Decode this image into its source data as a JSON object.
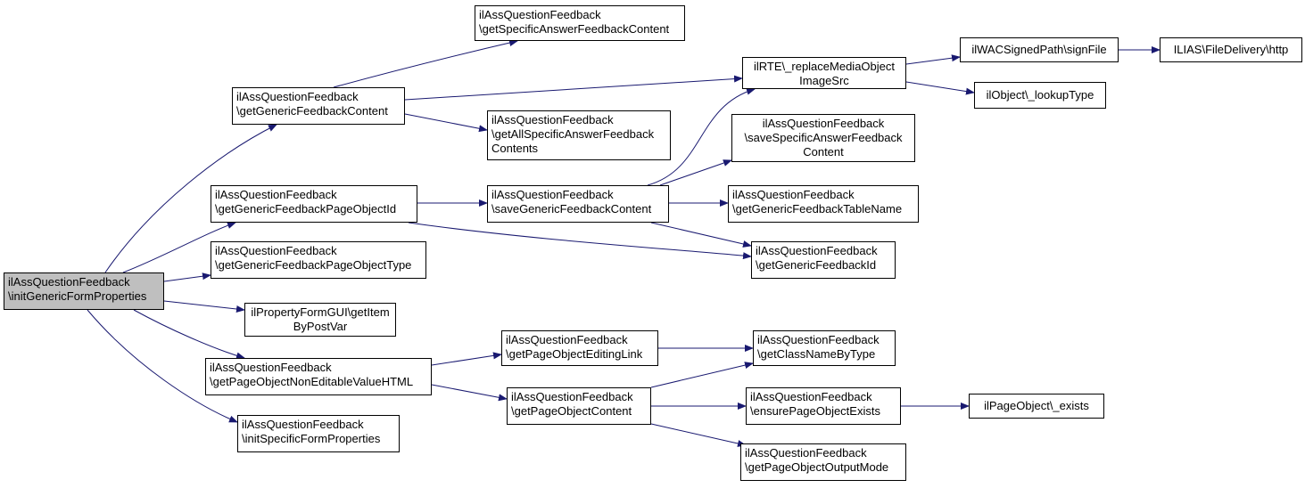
{
  "diagram": {
    "edge_color": "#191970",
    "root_fill": "#bfbfbf",
    "nodes": [
      {
        "id": "root",
        "lines": [
          "ilAssQuestionFeedback",
          "\\initGenericFormProperties"
        ],
        "root": true
      },
      {
        "id": "getGenericFeedbackContent",
        "lines": [
          "ilAssQuestionFeedback",
          "\\getGenericFeedbackContent"
        ]
      },
      {
        "id": "getGenericFeedbackPageObjectId",
        "lines": [
          "ilAssQuestionFeedback",
          "\\getGenericFeedbackPageObjectId"
        ]
      },
      {
        "id": "getGenericFeedbackPageObjectType",
        "lines": [
          "ilAssQuestionFeedback",
          "\\getGenericFeedbackPageObjectType"
        ]
      },
      {
        "id": "getItemByPostVar",
        "lines": [
          "ilPropertyFormGUI\\getItem",
          "ByPostVar"
        ]
      },
      {
        "id": "getPageObjectNonEditableValueHTML",
        "lines": [
          "ilAssQuestionFeedback",
          "\\getPageObjectNonEditableValueHTML"
        ]
      },
      {
        "id": "initSpecificFormProperties",
        "lines": [
          "ilAssQuestionFeedback",
          "\\initSpecificFormProperties"
        ]
      },
      {
        "id": "getSpecificAnswerFeedbackContent",
        "lines": [
          "ilAssQuestionFeedback",
          "\\getSpecificAnswerFeedbackContent"
        ]
      },
      {
        "id": "getAllSpecificAnswerFeedbackContents",
        "lines": [
          "ilAssQuestionFeedback",
          "\\getAllSpecificAnswerFeedback",
          "Contents"
        ]
      },
      {
        "id": "saveGenericFeedbackContent",
        "lines": [
          "ilAssQuestionFeedback",
          "\\saveGenericFeedbackContent"
        ]
      },
      {
        "id": "getPageObjectEditingLink",
        "lines": [
          "ilAssQuestionFeedback",
          "\\getPageObjectEditingLink"
        ]
      },
      {
        "id": "getPageObjectContent",
        "lines": [
          "ilAssQuestionFeedback",
          "\\getPageObjectContent"
        ]
      },
      {
        "id": "replaceMediaObjectImageSrc",
        "lines": [
          "ilRTE\\_replaceMediaObject",
          "ImageSrc"
        ]
      },
      {
        "id": "saveSpecificAnswerFeedbackContent",
        "lines": [
          "ilAssQuestionFeedback",
          "\\saveSpecificAnswerFeedback",
          "Content"
        ]
      },
      {
        "id": "getGenericFeedbackTableName",
        "lines": [
          "ilAssQuestionFeedback",
          "\\getGenericFeedbackTableName"
        ]
      },
      {
        "id": "getGenericFeedbackId",
        "lines": [
          "ilAssQuestionFeedback",
          "\\getGenericFeedbackId"
        ]
      },
      {
        "id": "getClassNameByType",
        "lines": [
          "ilAssQuestionFeedback",
          "\\getClassNameByType"
        ]
      },
      {
        "id": "ensurePageObjectExists",
        "lines": [
          "ilAssQuestionFeedback",
          "\\ensurePageObjectExists"
        ]
      },
      {
        "id": "getPageObjectOutputMode",
        "lines": [
          "ilAssQuestionFeedback",
          "\\getPageObjectOutputMode"
        ]
      },
      {
        "id": "signFile",
        "lines": [
          "ilWACSignedPath\\signFile"
        ]
      },
      {
        "id": "lookupType",
        "lines": [
          "ilObject\\_lookupType"
        ]
      },
      {
        "id": "fileDeliveryHttp",
        "lines": [
          "ILIAS\\FileDelivery\\http"
        ]
      },
      {
        "id": "exists",
        "lines": [
          "ilPageObject\\_exists"
        ]
      }
    ],
    "edges": [
      [
        "root",
        "getGenericFeedbackContent"
      ],
      [
        "root",
        "getGenericFeedbackPageObjectId"
      ],
      [
        "root",
        "getGenericFeedbackPageObjectType"
      ],
      [
        "root",
        "getItemByPostVar"
      ],
      [
        "root",
        "getPageObjectNonEditableValueHTML"
      ],
      [
        "root",
        "initSpecificFormProperties"
      ],
      [
        "getGenericFeedbackContent",
        "getSpecificAnswerFeedbackContent"
      ],
      [
        "getGenericFeedbackContent",
        "replaceMediaObjectImageSrc"
      ],
      [
        "getGenericFeedbackContent",
        "getAllSpecificAnswerFeedbackContents"
      ],
      [
        "getGenericFeedbackPageObjectId",
        "saveGenericFeedbackContent"
      ],
      [
        "getGenericFeedbackPageObjectId",
        "getGenericFeedbackId"
      ],
      [
        "saveGenericFeedbackContent",
        "replaceMediaObjectImageSrc"
      ],
      [
        "saveGenericFeedbackContent",
        "saveSpecificAnswerFeedbackContent"
      ],
      [
        "saveGenericFeedbackContent",
        "getGenericFeedbackTableName"
      ],
      [
        "saveGenericFeedbackContent",
        "getGenericFeedbackId"
      ],
      [
        "replaceMediaObjectImageSrc",
        "signFile"
      ],
      [
        "replaceMediaObjectImageSrc",
        "lookupType"
      ],
      [
        "signFile",
        "fileDeliveryHttp"
      ],
      [
        "getPageObjectNonEditableValueHTML",
        "getPageObjectEditingLink"
      ],
      [
        "getPageObjectNonEditableValueHTML",
        "getPageObjectContent"
      ],
      [
        "getPageObjectEditingLink",
        "getClassNameByType"
      ],
      [
        "getPageObjectContent",
        "getClassNameByType"
      ],
      [
        "getPageObjectContent",
        "ensurePageObjectExists"
      ],
      [
        "getPageObjectContent",
        "getPageObjectOutputMode"
      ],
      [
        "ensurePageObjectExists",
        "exists"
      ]
    ]
  }
}
